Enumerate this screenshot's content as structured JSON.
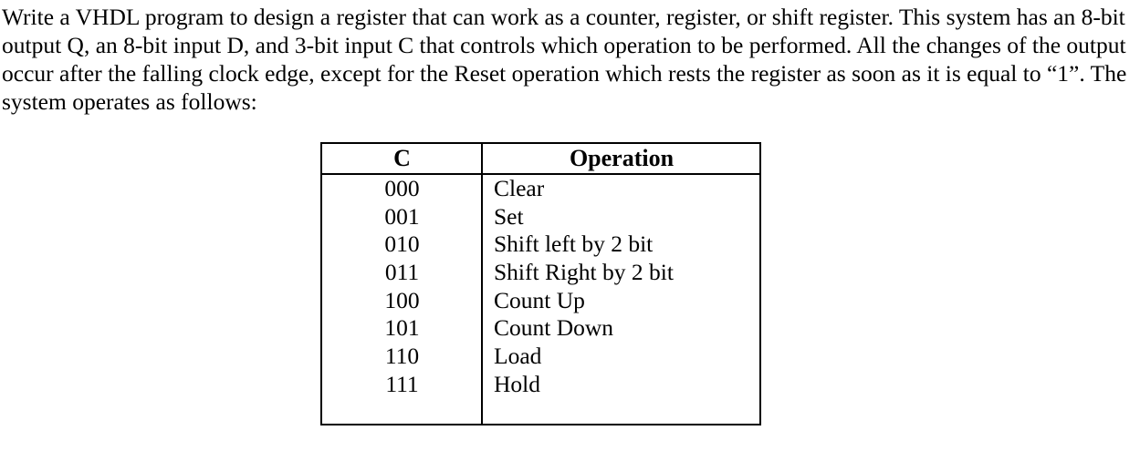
{
  "paragraph": "Write a VHDL program to design a register that can work as a counter, register, or shift register. This system has an 8-bit output Q, an 8-bit input D, and 3-bit input C that controls which operation to be performed. All the changes of the output occur after the falling clock edge, except for the Reset operation which rests the register as soon as it is equal to “1”. The system operates as follows:",
  "table": {
    "headers": [
      "C",
      "Operation"
    ],
    "rows": [
      {
        "c": "000",
        "op": "Clear"
      },
      {
        "c": "001",
        "op": "Set"
      },
      {
        "c": "010",
        "op": "Shift left by 2 bit"
      },
      {
        "c": "011",
        "op": "Shift Right by 2 bit"
      },
      {
        "c": "100",
        "op": "Count Up"
      },
      {
        "c": "101",
        "op": "Count Down"
      },
      {
        "c": "110",
        "op": "Load"
      },
      {
        "c": "111",
        "op": "Hold"
      }
    ]
  }
}
